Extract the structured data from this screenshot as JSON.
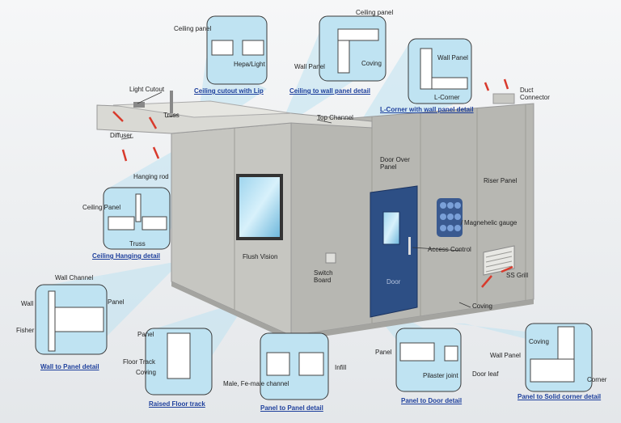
{
  "captions": {
    "ceiling_cutout": "Ceiling cutout with Lip",
    "ceiling_to_wall": "Ceiling to wall panel detail",
    "l_corner": "L-Corner with wall panel detail",
    "ceiling_hanging": "Ceiling Hanging detail",
    "wall_to_panel": "Wall to Panel detail",
    "raised_floor": "Raised Floor track",
    "panel_to_panel": "Panel to Panel detail",
    "panel_to_door": "Panel to Door detail",
    "panel_to_corner": "Panel to Solid corner detail"
  },
  "labels": {
    "ceiling_panel_a": "Ceiling panel",
    "hepa_light": "Hepa/Light",
    "ceiling_panel_b": "Ceiling panel",
    "wall_panel_a": "Wall Panel",
    "coving_a": "Coving",
    "wall_panel_b": "Wall Panel",
    "l_corner": "L-Corner",
    "duct_connector": "Duct\nConnector",
    "light_cutout": "Light Cutout",
    "truss_a": "Truss",
    "diffuser": "Diffuser",
    "top_channel": "Top Channel",
    "door_over_panel": "Door Over\nPanel",
    "riser_panel": "Riser Panel",
    "hanging_rod": "Hanging rod",
    "ceiling_panel_c": "Ceiling Panel",
    "truss_b": "Truss",
    "magnehelic_gauge": "Magnehelic gauge",
    "access_control": "Access Control",
    "ss_grill": "SS Grill",
    "flush_vision": "Flush Vision",
    "switch_board": "Switch\nBoard",
    "door": "Door",
    "coving_b": "Coving",
    "wall_channel": "Wall Channel",
    "wall": "Wall",
    "panel_a": "Panel",
    "fisher": "Fisher",
    "panel_b": "Panel",
    "floor_track": "Floor Track",
    "coving_c": "Coving",
    "infill": "Infill",
    "male_female": "Male, Fe-male channel",
    "panel_c": "Panel",
    "pilaster_joint": "Pilaster joint",
    "door_leaf": "Door leaf",
    "coving_d": "Coving",
    "wall_panel_c": "Wall Panel",
    "corner": "Corner"
  },
  "colors": {
    "panel_face": "#bdbdb7",
    "panel_side": "#d4d4cf",
    "detail_bg": "#bfe3f2",
    "door": "#2d4f85",
    "caption": "#1d3f9c",
    "arrow": "#d83a2c"
  }
}
